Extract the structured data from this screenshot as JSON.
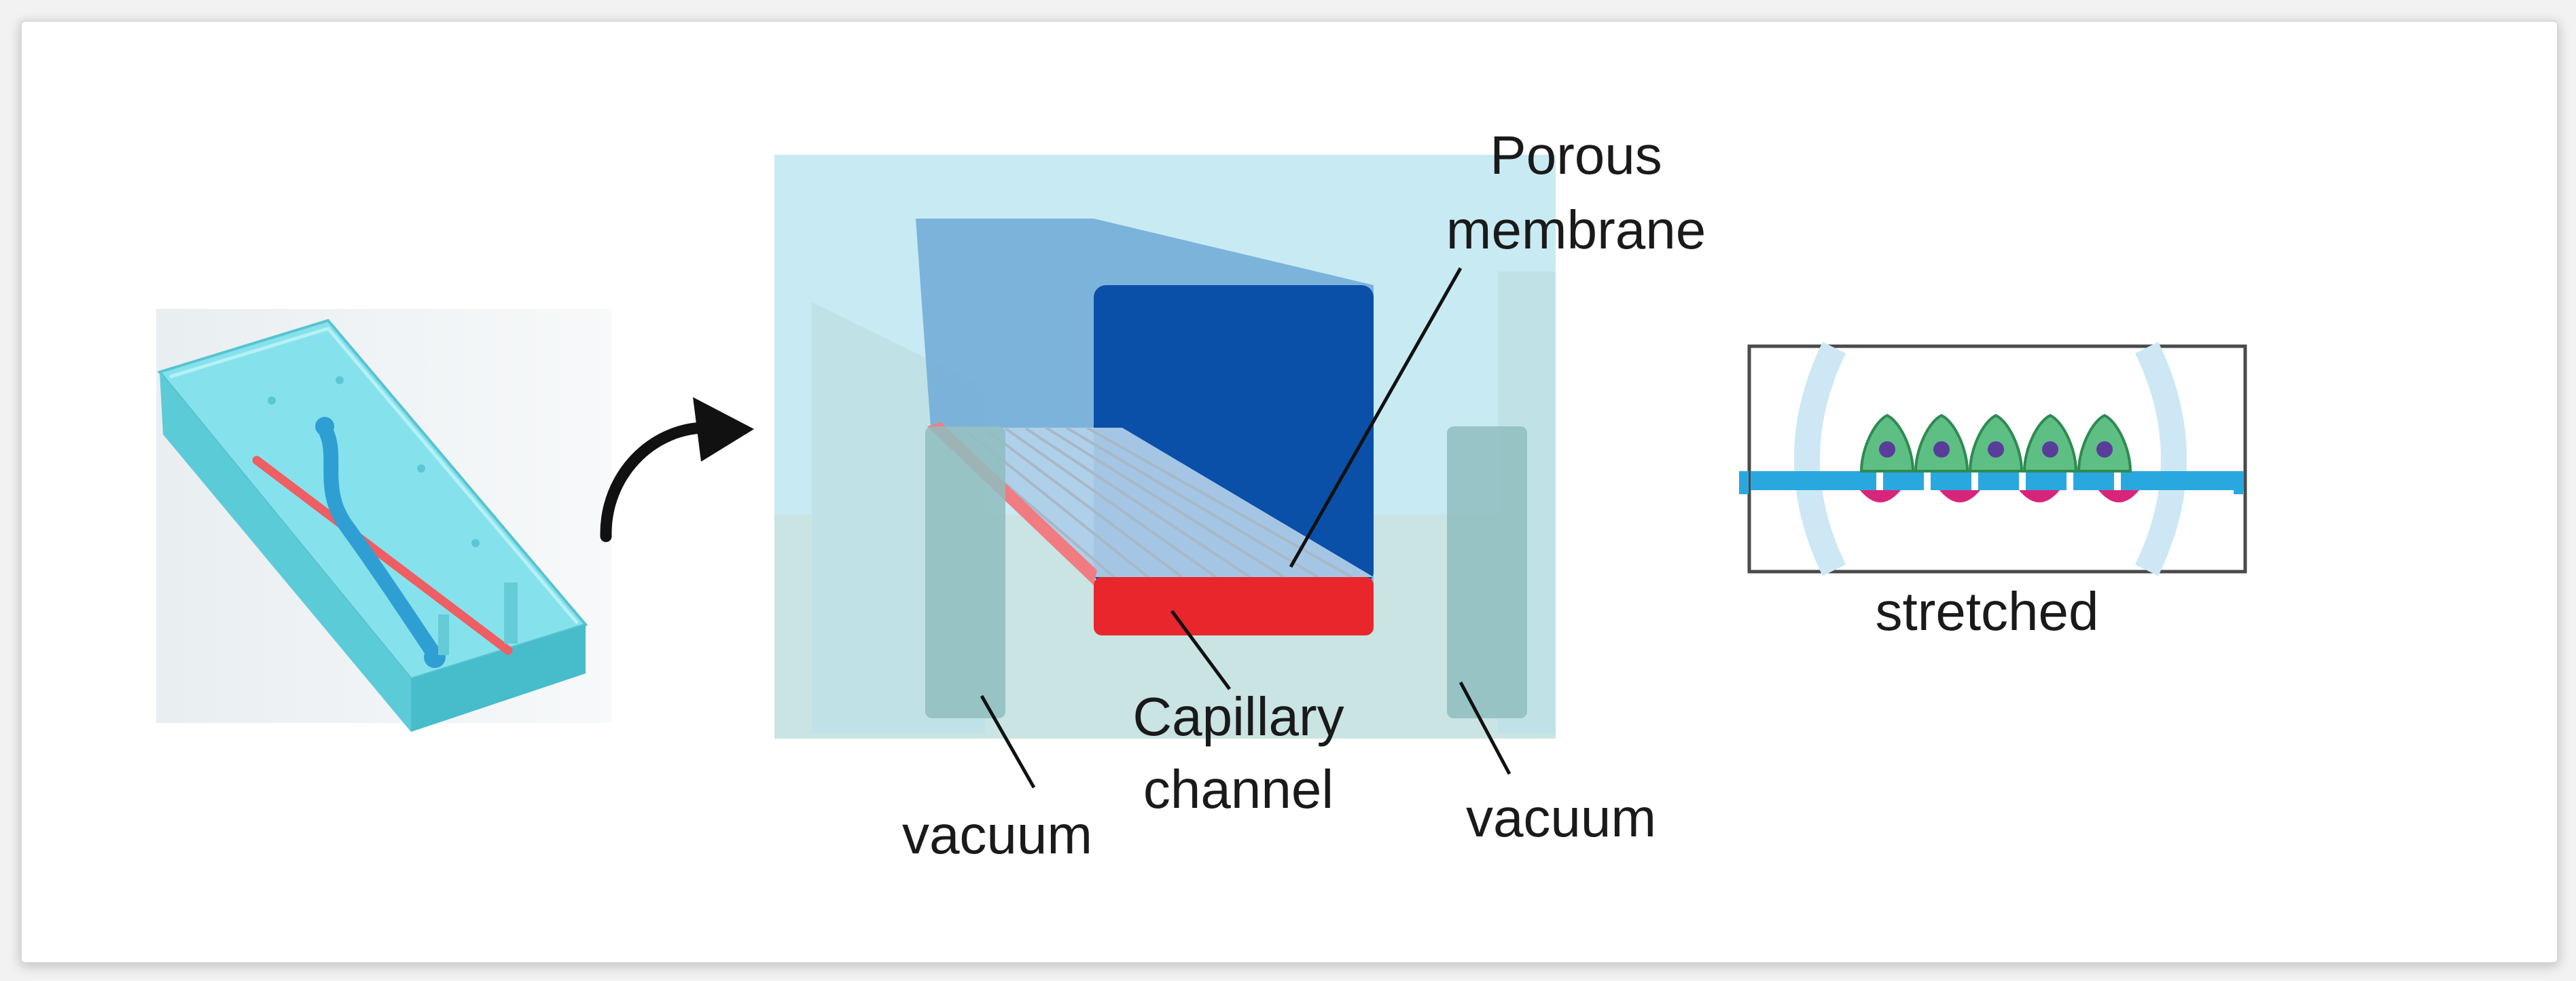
{
  "labels": {
    "porous_line1": "Porous",
    "porous_line2": "membrane",
    "capillary_line1": "Capillary",
    "capillary_line2": "channel",
    "vacuum_left": "vacuum",
    "vacuum_right": "vacuum",
    "stretched": "stretched"
  },
  "colors": {
    "device_cyan": "#7fe0ea",
    "chamber_blue": "#0a4fa8",
    "capillary_red": "#e8262b",
    "membrane_blue": "#29a8e0",
    "cell_green": "#5dbf83",
    "nucleus_purple": "#5a3d9a"
  }
}
